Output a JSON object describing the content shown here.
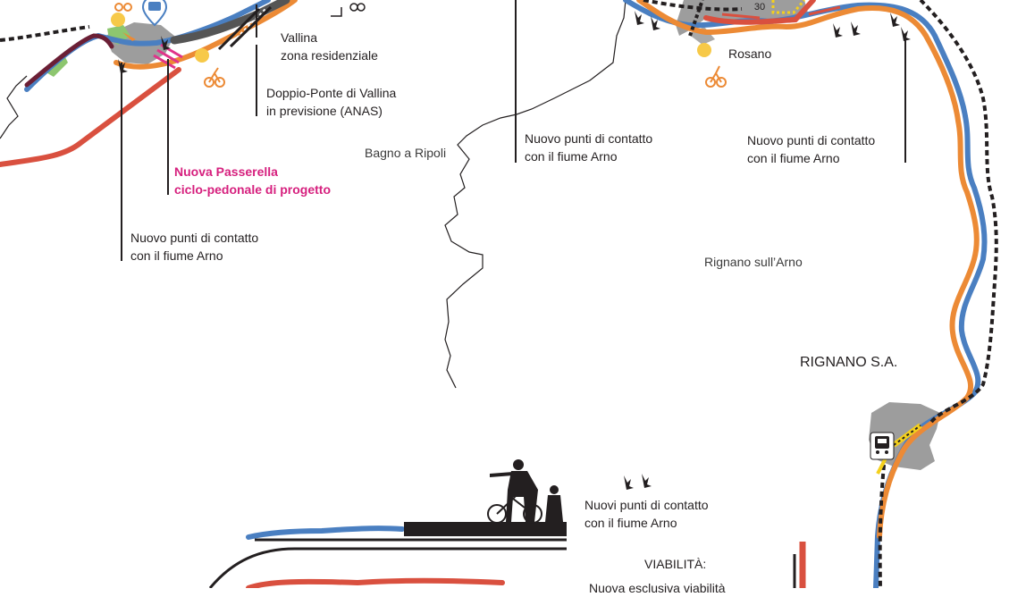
{
  "labels": {
    "vallina": {
      "line1": "Vallina",
      "line2": "zona residenziale"
    },
    "doppio_ponte": {
      "line1": "Doppio-Ponte di Vallina",
      "line2": "in previsione (ANAS)"
    },
    "bagno_a_ripoli": "Bagno a Ripoli",
    "rosano": "Rosano",
    "speed_limit": "30",
    "nuova_passerella": {
      "line1": "Nuova Passerella",
      "line2": "ciclo-pedonale di progetto"
    },
    "contact_left": {
      "line1": "Nuovo punti di contatto",
      "line2": "con il fiume Arno"
    },
    "contact_mid": {
      "line1": "Nuovo punti di contatto",
      "line2": "con il fiume Arno"
    },
    "contact_right": {
      "line1": "Nuovo punti di contatto",
      "line2": "con il fiume Arno"
    },
    "rignano_sull_arno": "Rignano sull’Arno",
    "rignano_sa": "RIGNANO S.A.",
    "legend_contact": {
      "line1": "Nuovi punti di contatto",
      "line2": "con il fiume Arno"
    },
    "viabilita": "VIABILITÀ:",
    "nuova_esclusiva": "Nuova esclusiva viabilità"
  },
  "icons": [
    "bus-stop-icon",
    "bicycle-icon",
    "bicycle-icon",
    "bicycle-icon",
    "bicycle-icon",
    "bicycle-icon",
    "train-station-icon",
    "handprint-icon",
    "people-with-bicycle-silhouette",
    "pedestrian-crossing-icon"
  ],
  "colors": {
    "river_blue": "#4a7fc1",
    "cycle_orange": "#ec8a35",
    "road_red": "#d9503f",
    "railway_black": "#231f20",
    "footbridge_pink": "#e0338a",
    "settlement_gray": "#9d9d9d",
    "park_green": "#8dc66f",
    "label_pink": "#d6207e"
  }
}
